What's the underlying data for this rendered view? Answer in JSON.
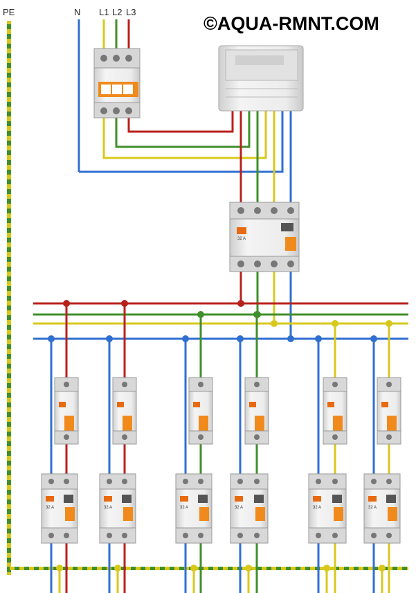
{
  "watermark": "©AQUA-RMNT.COM",
  "labels": {
    "pe": "PE",
    "n": "N",
    "l1": "L1",
    "l2": "L2",
    "l3": "L3"
  },
  "rcd_main": {
    "rating": "32 A"
  },
  "branch_rcds": [
    {
      "rating": "32 A"
    },
    {
      "rating": "32 A"
    },
    {
      "rating": "32 A"
    },
    {
      "rating": "32 A"
    },
    {
      "rating": "32 A"
    },
    {
      "rating": "32 A"
    }
  ],
  "colors": {
    "l1": "#b8201c",
    "l2": "#3f8f2a",
    "l3": "#d8c81c",
    "n": "#2f6fd0",
    "pe_yellow": "#d8c81c",
    "pe_green": "#3f8f2a",
    "device": "#e9e9e9",
    "handle": "#f08a1c",
    "brand": "#e86a10"
  }
}
